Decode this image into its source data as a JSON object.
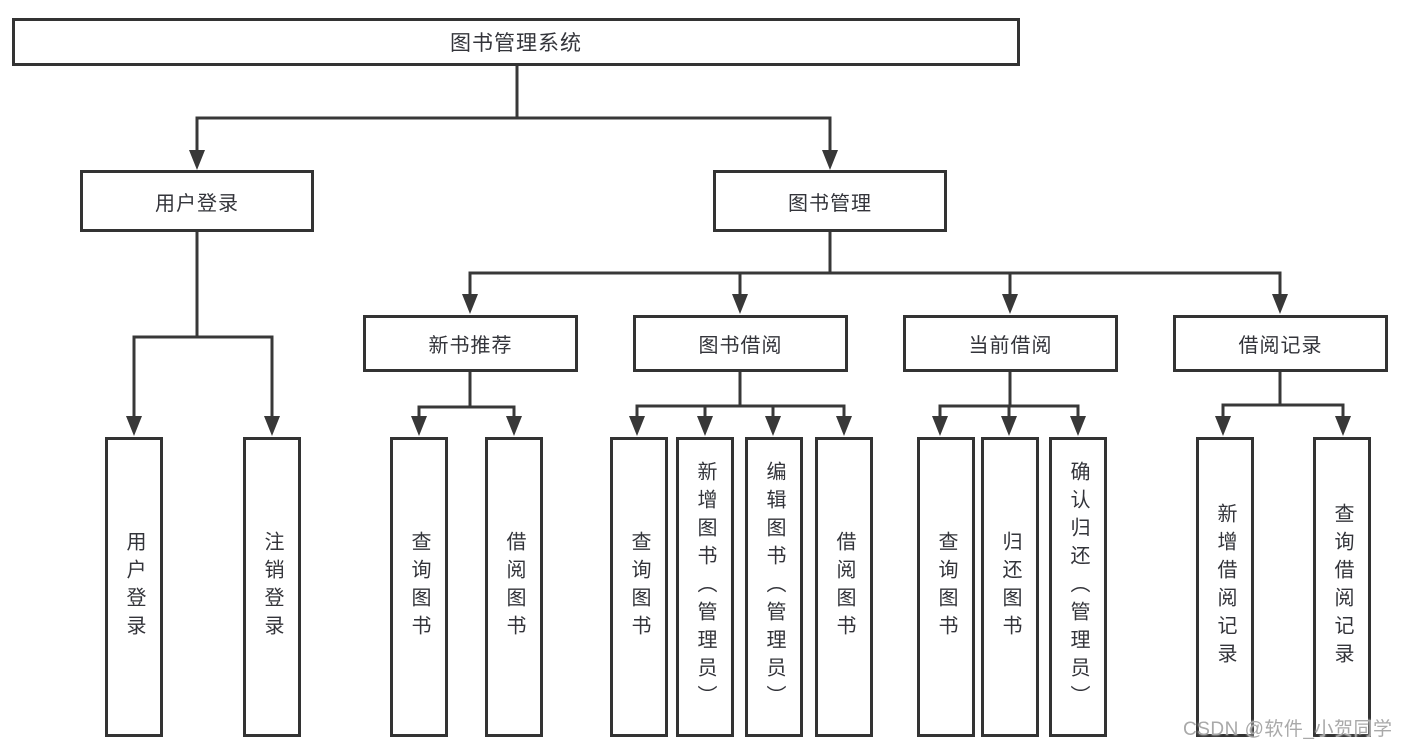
{
  "diagram": {
    "root": "图书管理系统",
    "branches": [
      {
        "label": "用户登录",
        "children": [
          "用户登录",
          "注销登录"
        ]
      },
      {
        "label": "图书管理",
        "sections": [
          {
            "label": "新书推荐",
            "children": [
              "查询图书",
              "借阅图书"
            ]
          },
          {
            "label": "图书借阅",
            "children": [
              "查询图书",
              "新增图书（管理员）",
              "编辑图书（管理员）",
              "借阅图书"
            ]
          },
          {
            "label": "当前借阅",
            "children": [
              "查询图书",
              "归还图书",
              "确认归还（管理员）"
            ]
          },
          {
            "label": "借阅记录",
            "children": [
              "新增借阅记录",
              "查询借阅记录"
            ]
          }
        ]
      }
    ]
  },
  "watermark": "CSDN @软件_小贺同学",
  "colors": {
    "line": "#383838",
    "box_border": "#333333",
    "text": "#33343a",
    "watermark": "#a9a9a9",
    "background": "#ffffff"
  }
}
